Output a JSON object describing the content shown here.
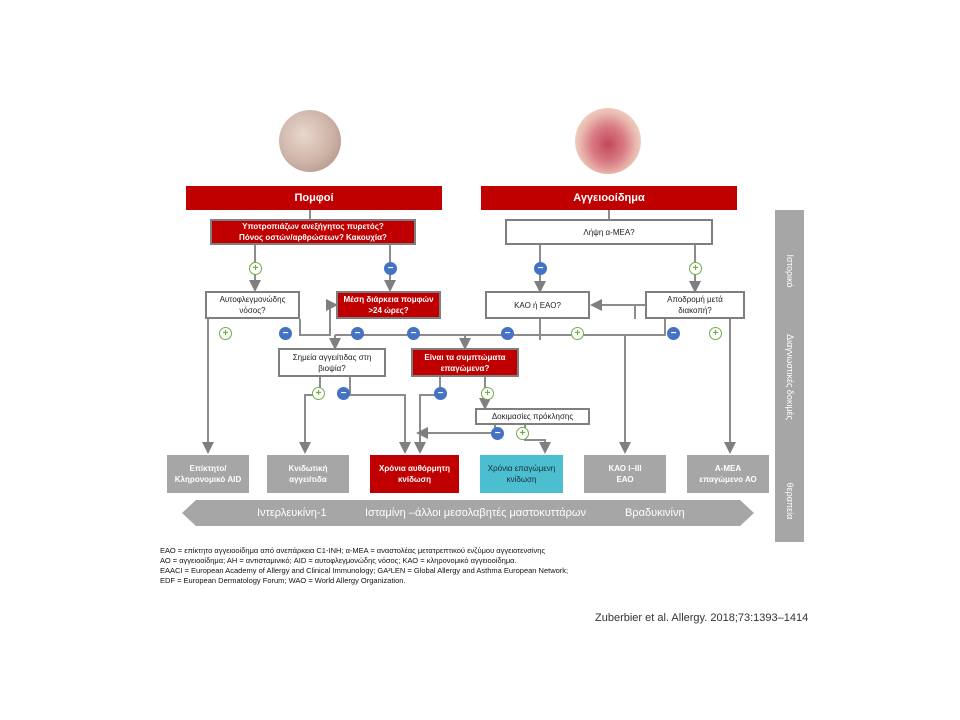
{
  "headers": {
    "left": "Πομφοί",
    "right": "Αγγειοοίδημα"
  },
  "boxes": {
    "q_fever": "Υποτροπιάζων ανεξήγητος πυρετός?\nΠόνος οστών/αρθρώσεων? Κακουχία?",
    "q_ace": "Λήψη α-ΜΕΑ?",
    "q_autoinfl": "Αυτοφλεγμονώδης\nνόσος?",
    "q_duration": "Μέση διάρκεια πομφών\n>24 ώρες?",
    "q_hae": "ΚΑΟ ή ΕΑΟ?",
    "q_remission": "Αποδρομή μετά\nδιακοπή?",
    "q_vasculitis": "Σημεία αγγειίτιδας στη\nβιοψία?",
    "q_inducible": "Είναι τα συμπτώματα\nεπαγώμενα?",
    "q_provocation": "Δοκιμασίες πρόκλησης"
  },
  "signs": {
    "plus": "+",
    "minus": "−"
  },
  "outcomes": {
    "acquired_aid": "Επίκτητο/\nΚληρονομικό AID",
    "urticarial_vasculitis": "Κνιδωτική\nαγγειίτιδα",
    "spontaneous": "Χρόνια αυθόρμητη\nκνίδωση",
    "inducible": "Χρόνια επαγώμενη\nκνίδωση",
    "hae_aae": "ΚΑΟ I–III\nΕΑΟ",
    "ace_ao": "Α-ΜΕΑ\nεπαγώμενο ΑΟ"
  },
  "sidebar": {
    "history": "Ιστορικό",
    "diagnostic": "Διαγνωστικές δοκιμές",
    "treatment": "θεραπεία"
  },
  "band": {
    "il1": "Ιντερλευκίνη-1",
    "histamine": "Ισταμίνη –άλλοι μεσολαβητές μαστοκυττάρων",
    "bradykinin": "Βραδυκινίνη"
  },
  "footnote": [
    "ΕΑΟ = επίκτητο αγγειοοίδημα από ανεπάρκεια C1-INH; α-ΜΕΑ = αναστολέας μετατρεπτικού ενζύμου αγγειοτενσίνης",
    "ΑΟ = αγγειοοίδημα; ΑΗ = αντισταμινικό; AID = αυτοφλεγμονώδης νόσος; ΚΑΟ = κληρονομικό αγγειοοίδημα.",
    "EAACI = European Academy of Allergy and Clinical Immunology; GA²LEN = Global Allergy and Asthma European Network;",
    "EDF = European Dermatology Forum; WAO = World Allergy Organization."
  ],
  "citation": "Zuberbier et al. Allergy. 2018;73:1393–1414",
  "colors": {
    "red": "#c00000",
    "gray": "#a6a6a6",
    "teal": "#4bbfcf",
    "minus": "#4472c4",
    "plus": "#70ad47"
  }
}
